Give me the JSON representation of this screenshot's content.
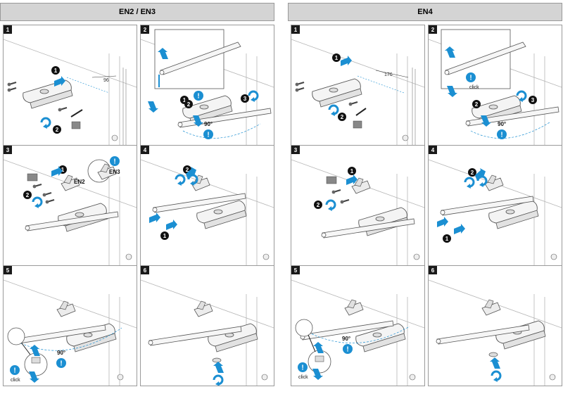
{
  "sections": [
    {
      "title": "EN2 / EN3",
      "steps": [
        "1",
        "2",
        "3",
        "4",
        "5",
        "6"
      ]
    },
    {
      "title": "EN4",
      "steps": [
        "1",
        "2",
        "3",
        "4",
        "5",
        "6"
      ]
    }
  ],
  "annotations": {
    "dim_en2": "96",
    "dim_en4": "176",
    "angle": "90°",
    "click": "click",
    "callout_1": "1",
    "callout_2": "2",
    "callout_3": "3",
    "info": "!",
    "en2": "EN2",
    "en3": "EN3"
  },
  "colors": {
    "accent": "#1b8fd2",
    "line": "#8a8a8a",
    "dark": "#111111",
    "header": "#d4d4d4"
  }
}
